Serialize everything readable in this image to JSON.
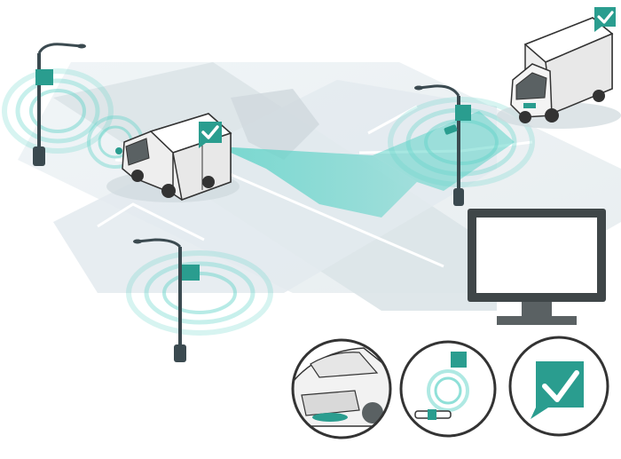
{
  "diagram": {
    "colors": {
      "accent": "#2a9d8f",
      "accent_light": "#5fd3c8",
      "road": "#dfe6ea",
      "road_shadow": "#cfd8dd",
      "pole": "#3b4a50",
      "outline": "#333333",
      "truck_body": "#eeeeee",
      "monitor_frame": "#3f4648",
      "monitor_stand": "#5a6163"
    },
    "elements": {
      "street_lamps": [
        "street-lamp-top-left",
        "street-lamp-right",
        "street-lamp-bottom"
      ],
      "sensors": [
        "wireless-sensor",
        "wireless-sensor",
        "wireless-sensor"
      ],
      "vehicles": [
        "truck-left",
        "truck-top-right"
      ],
      "status_icons": [
        "check-badge",
        "check-badge"
      ],
      "insets": [
        "car-inset",
        "sensor-inset",
        "confirmation-inset"
      ],
      "display": "monitor"
    }
  }
}
